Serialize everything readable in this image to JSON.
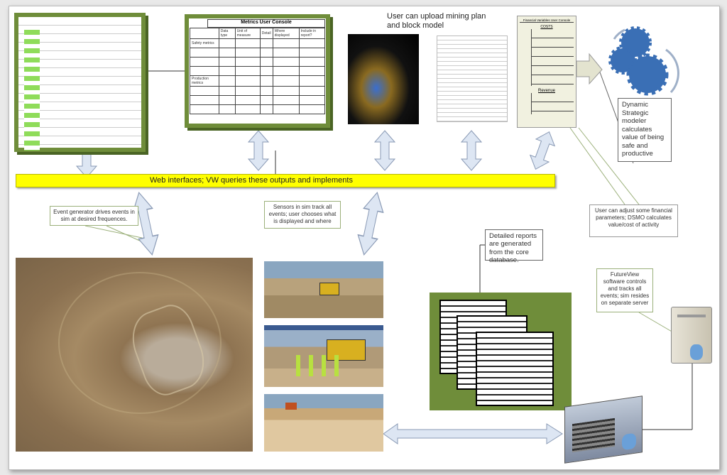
{
  "metrics_console": {
    "title": "Metrics User Console",
    "headers": [
      "Data type",
      "Unit of measure",
      "Detail",
      "Where displayed",
      "Include in report?"
    ],
    "sections": [
      "Safety metrics",
      "Production metrics"
    ]
  },
  "upload_label": "User can upload mining plan and block model",
  "financial_console": {
    "title": "Financial Variables User Console",
    "costs_label": "COSTS",
    "revenue_label": "Revenue"
  },
  "dsm_box": "Dynamic Strategic modeler calculates value of being safe and productive",
  "web_bar": "Web interfaces;  VW queries these outputs and implements",
  "callouts": {
    "event_generator": "Event generator drives events in sim at desired frequences.",
    "sensors": "Sensors in sim track all events; user chooses what is displayed and where",
    "financial": "User can adjust some financial parameters;  DSMO calculates value/cost of activity",
    "futureview": "FutureView software controls and tracks all events;  sim resides on separate server"
  },
  "reports_box": "Detailed reports are generated from the core database.",
  "colors": {
    "green_frame": "#6f8d3a",
    "yellow_bar": "#ffff00",
    "arrow_fill": "#dde6f3",
    "gear_blue": "#3a6fb5"
  }
}
